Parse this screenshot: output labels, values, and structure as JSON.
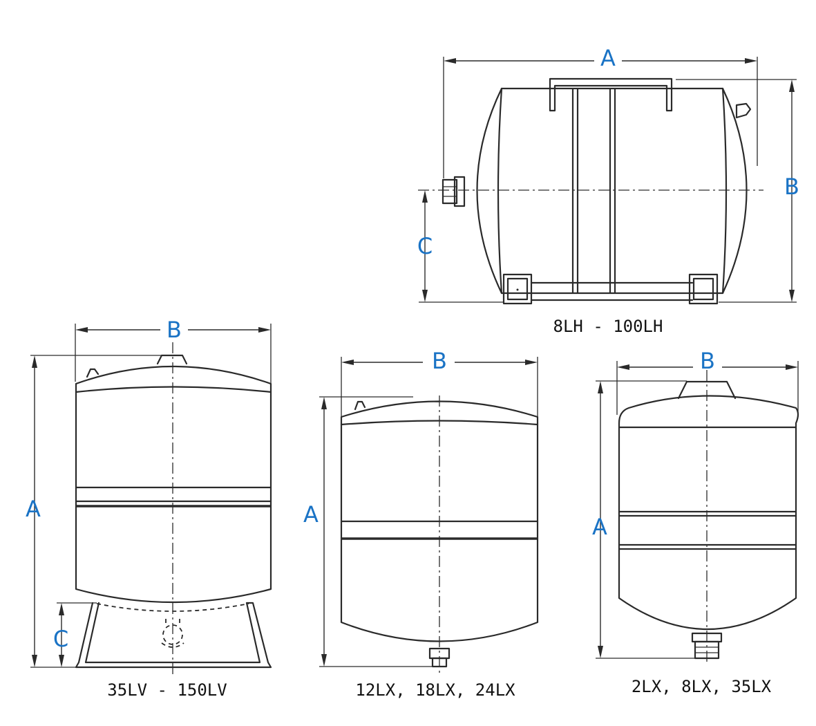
{
  "colors": {
    "dimension_letter": "#1a73c5",
    "line": "#2a2a2a"
  },
  "tanks": [
    {
      "id": "horizontal",
      "caption": "8LH - 100LH",
      "dimensions": [
        "A",
        "B",
        "C"
      ]
    },
    {
      "id": "vertical-stand",
      "caption": "35LV - 150LV",
      "dimensions": [
        "B",
        "A",
        "C"
      ]
    },
    {
      "id": "vertical-mid",
      "caption": "12LX, 18LX, 24LX",
      "dimensions": [
        "B",
        "A"
      ]
    },
    {
      "id": "vertical-small",
      "caption": "2LX, 8LX, 35LX",
      "dimensions": [
        "B",
        "A"
      ]
    }
  ]
}
